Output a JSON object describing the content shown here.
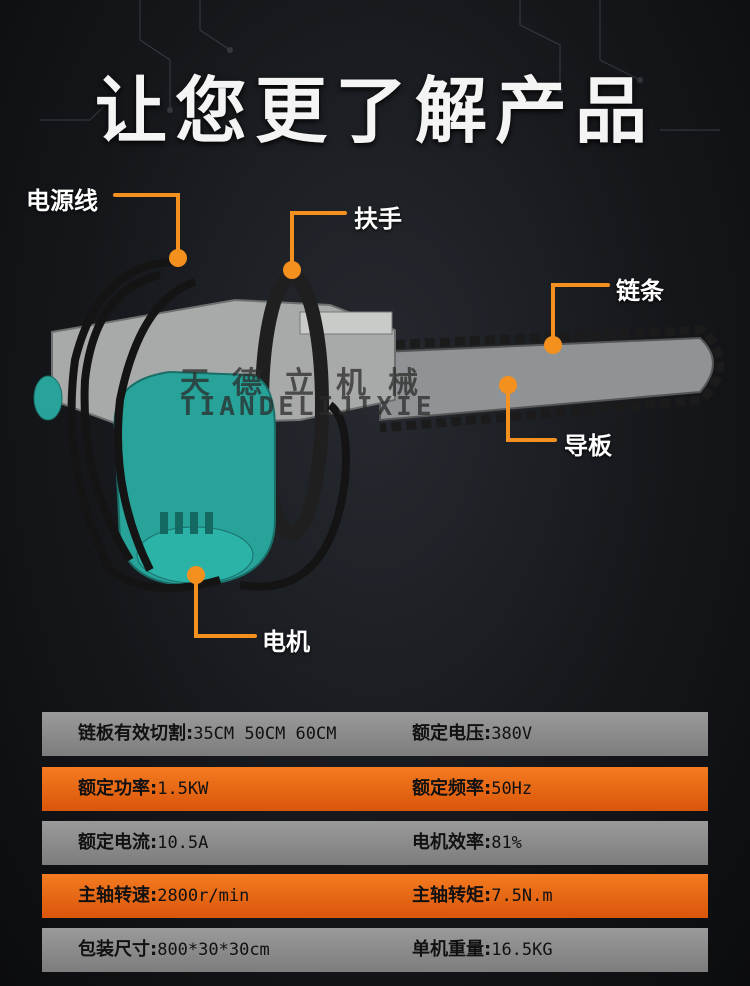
{
  "header": {
    "title": "让您更了解产品"
  },
  "watermark": {
    "cn": "天德立机械",
    "en": "TIANDELIJIXIE"
  },
  "callouts": {
    "power_cord": "电源线",
    "handle": "扶手",
    "chain": "链条",
    "guide_bar": "导板",
    "motor": "电机"
  },
  "specs": [
    {
      "k1": "链板有效切割:",
      "v1": "35CM 50CM 60CM",
      "k2": "额定电压:",
      "v2": "380V",
      "style": "gray"
    },
    {
      "k1": "额定功率:",
      "v1": "1.5KW",
      "k2": "额定频率:",
      "v2": "50Hz",
      "style": "orange"
    },
    {
      "k1": "额定电流:",
      "v1": "10.5A",
      "k2": "电机效率:",
      "v2": "81%",
      "style": "gray"
    },
    {
      "k1": "主轴转速:",
      "v1": "2800r/min",
      "k2": "主轴转矩:",
      "v2": "7.5N.m",
      "style": "orange"
    },
    {
      "k1": "包装尺寸:",
      "v1": "800*30*30cm",
      "k2": "单机重量:",
      "v2": "16.5KG",
      "style": "gray"
    }
  ],
  "colors": {
    "accent": "#f4901e",
    "motor": "#27a39a",
    "bg": "#15171b"
  }
}
